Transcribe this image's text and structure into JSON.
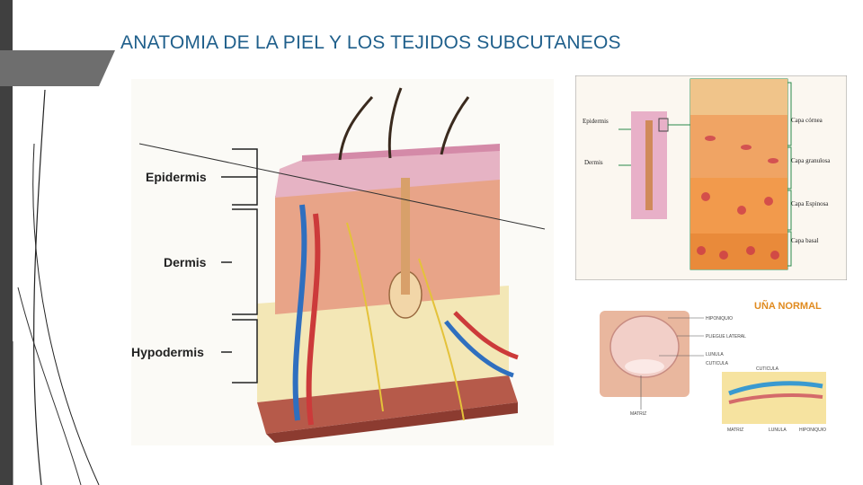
{
  "slide": {
    "title": "ANATOMIA DE LA PIEL Y LOS TEJIDOS SUBCUTANEOS"
  },
  "skin_diagram": {
    "layers": [
      "Epidermis",
      "Dermis",
      "Hypodermis"
    ]
  },
  "histology": {
    "left_labels": [
      "Epidermis",
      "Dermis"
    ],
    "right_labels": [
      "Capa córnea",
      "Capa granulosa",
      "Capa Espinosa",
      "Capa basal"
    ]
  },
  "nail": {
    "title": "UÑA NORMAL",
    "labels": {
      "hiponiquio": "HIPONIQUIO",
      "pliegue": "PLIEGUE LATERAL",
      "lunula": "LUNULA",
      "cuticula": "CUTICULA",
      "cuticula_side": "CUTICULA",
      "matriz": "MATRIZ",
      "matriz2": "MATRIZ",
      "lunula2": "LUNULA",
      "hiponiquio2": "HIPONIQUIO"
    }
  },
  "colors": {
    "sidebar": "#404040",
    "accent": "#6e6e6e",
    "title": "#1f5f8b",
    "nail_title": "#e08a1e"
  }
}
